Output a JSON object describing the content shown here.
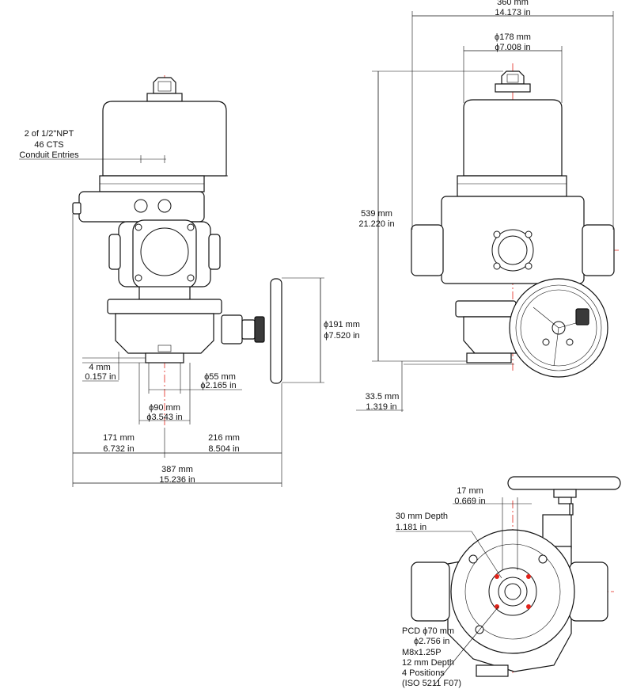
{
  "front_view": {
    "conduit_note": [
      "2 of 1/2\"NPT",
      "46 CTS",
      "Conduit Entries"
    ],
    "handwheel_dia": [
      "ϕ191 mm",
      "ϕ7.520 in"
    ],
    "step_height": [
      "4 mm",
      "0.157 in"
    ],
    "bore_dia": [
      "ϕ55 mm",
      "ϕ2.165 in"
    ],
    "flange_dia": [
      "ϕ90 mm",
      "ϕ3.543 in"
    ],
    "left_offset": [
      "171 mm",
      "6.732 in"
    ],
    "right_offset": [
      "216 mm",
      "8.504 in"
    ],
    "overall_width": [
      "387 mm",
      "15.236 in"
    ]
  },
  "side_view": {
    "overall_width": [
      "360 mm",
      "14.173 in"
    ],
    "cover_dia": [
      "ϕ178 mm",
      "ϕ7.008 in"
    ],
    "overall_height": [
      "539 mm",
      "21.220 in"
    ],
    "base_offset": [
      "33.5 mm",
      "1.319 in"
    ]
  },
  "bottom_view": {
    "offset": [
      "17 mm",
      "0.669 in"
    ],
    "depth": [
      "30 mm Depth",
      "1.181 in"
    ],
    "pcd_note": [
      "PCD ϕ70 mm",
      "ϕ2.756 in",
      "M8x1.25P",
      "12 mm Depth",
      "4 Positions",
      "(ISO 5211 F07)"
    ]
  }
}
